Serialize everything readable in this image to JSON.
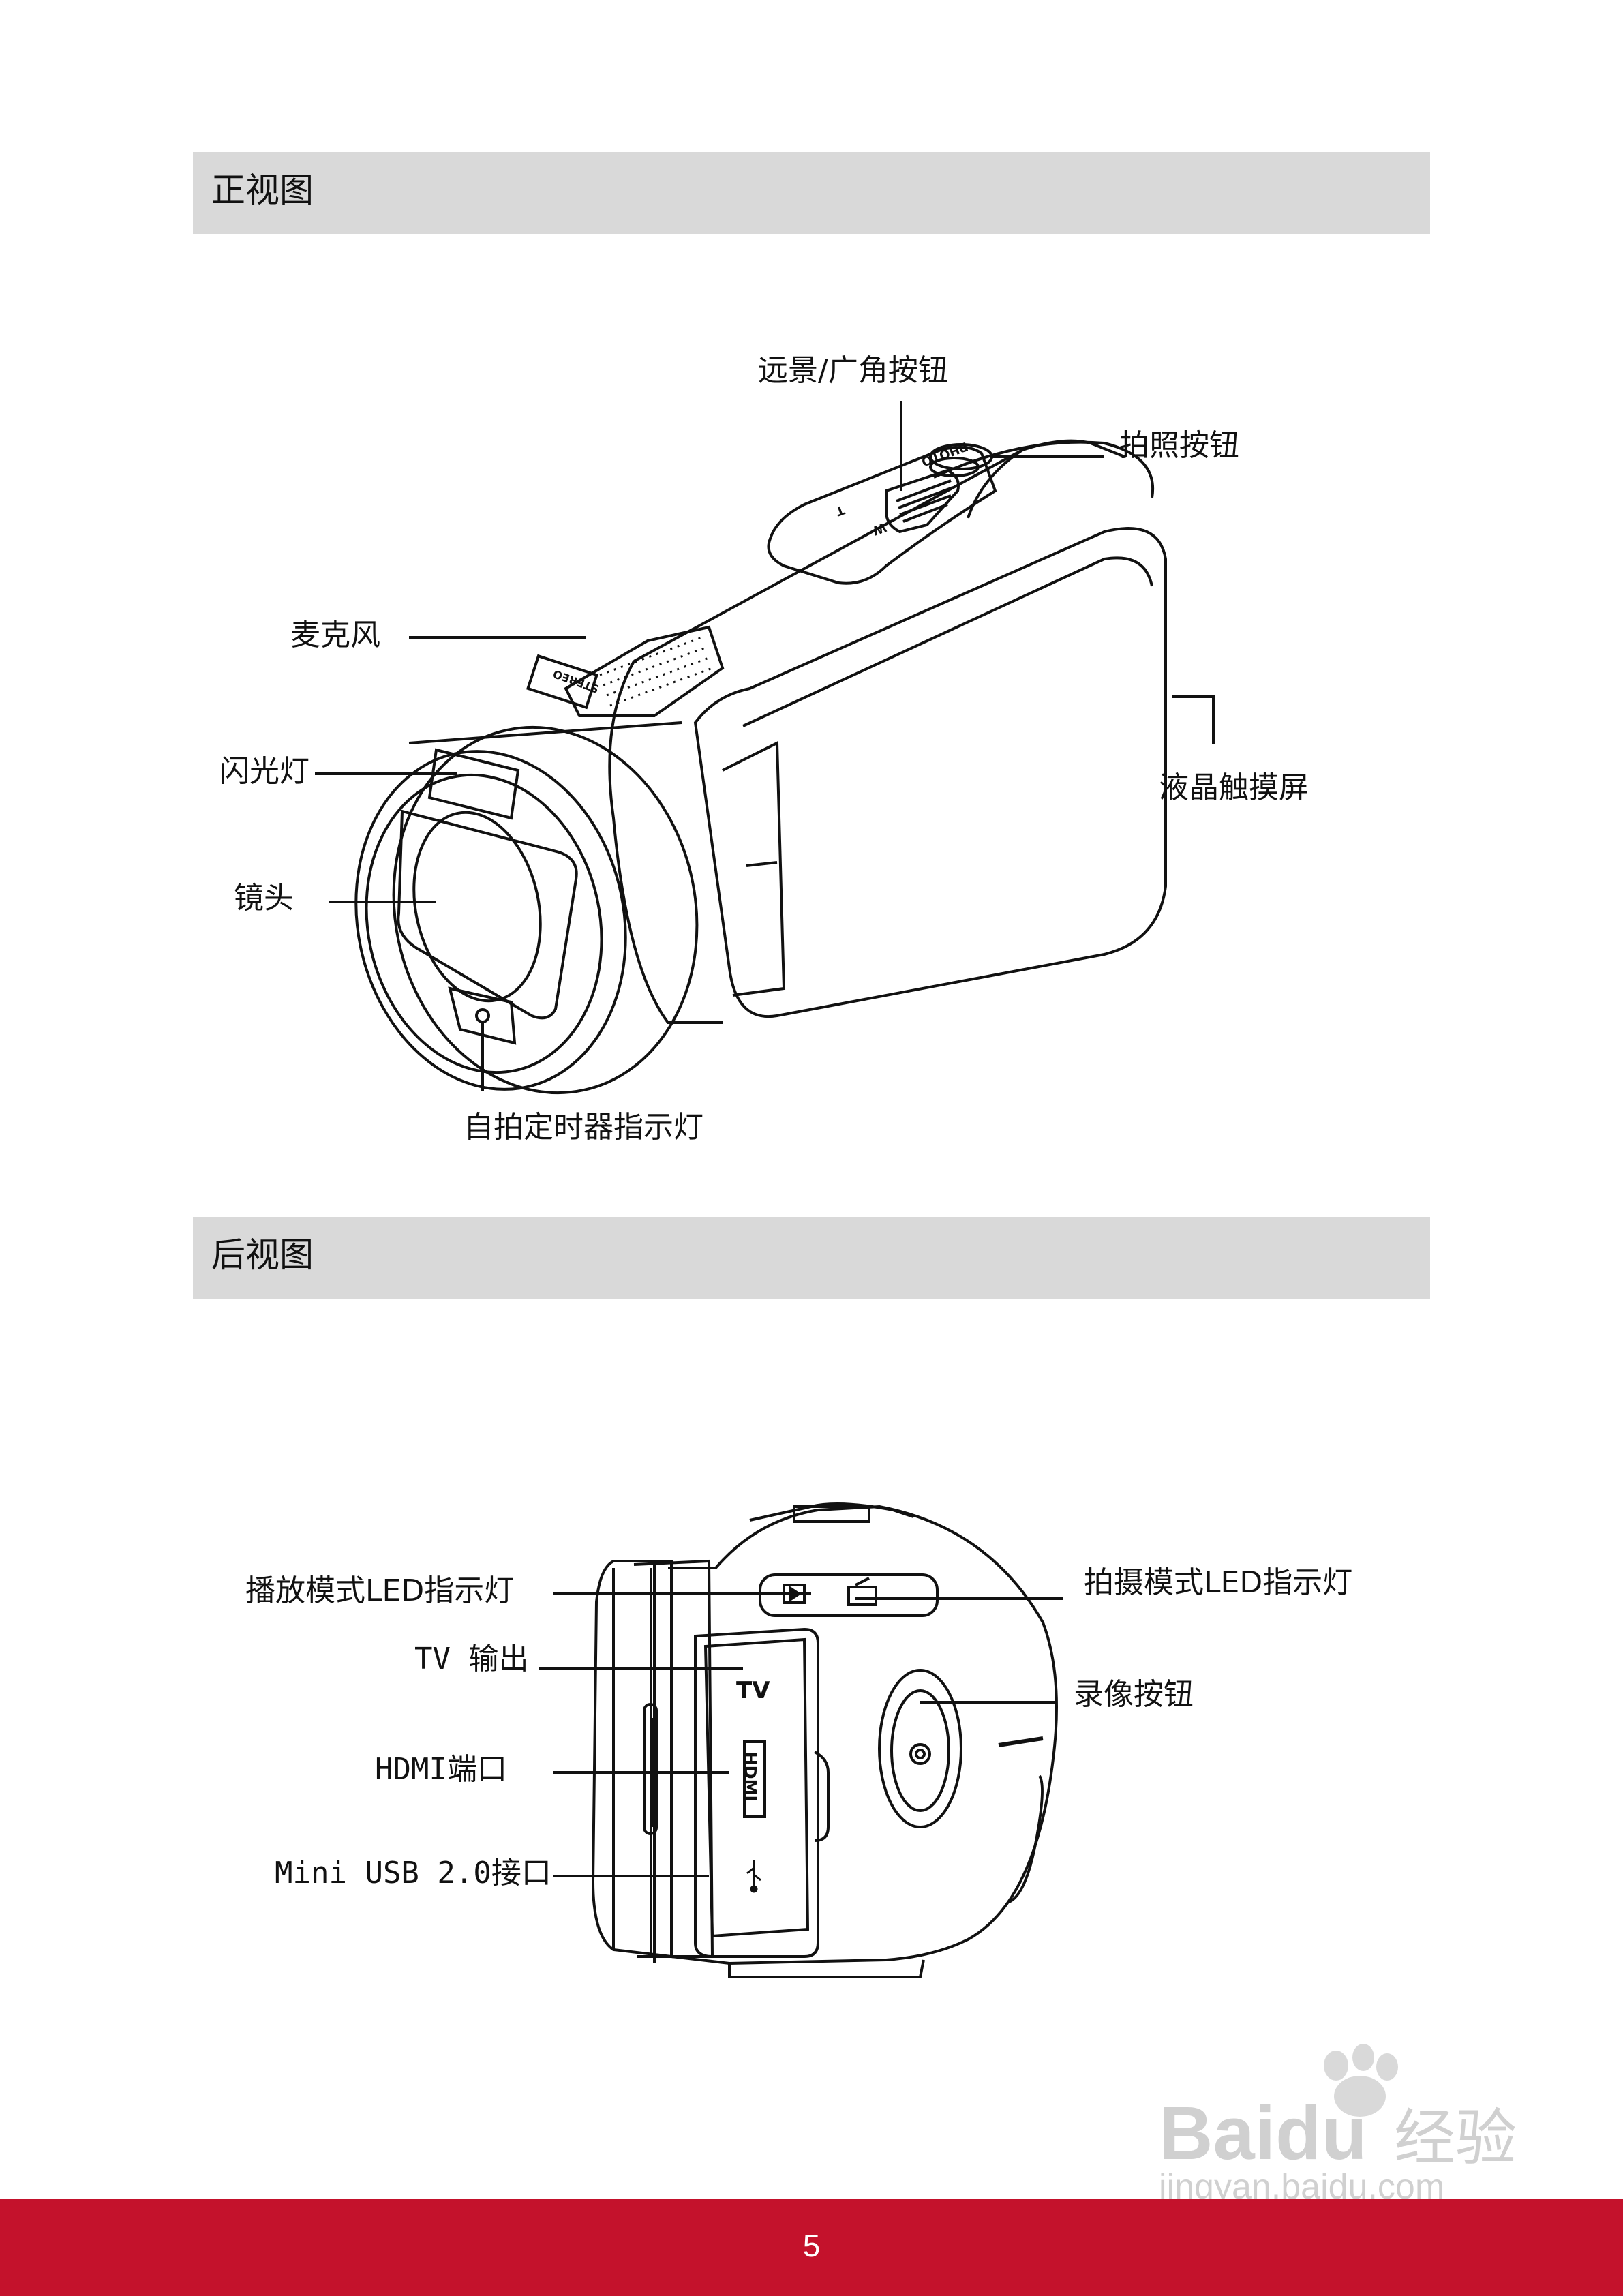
{
  "sections": {
    "front": {
      "title": "正视图"
    },
    "rear": {
      "title": "后视图"
    }
  },
  "front_labels": {
    "tele_wide_button": "远景/广角按钮",
    "photo_button": "拍照按钮",
    "microphone": "麦克风",
    "flash": "闪光灯",
    "lcd_touchscreen": "液晶触摸屏",
    "lens": "镜头",
    "self_timer_led": "自拍定时器指示灯"
  },
  "front_device_text": {
    "photo_key": "PHOTO",
    "zoom_t": "T",
    "zoom_w": "W",
    "stereo": "STEREO"
  },
  "rear_labels": {
    "playback_led": "播放模式LED指示灯",
    "capture_led": "拍摄模式LED指示灯",
    "tv_out": "TV 输出",
    "record_button": "录像按钮",
    "hdmi_port": "HDMI端口",
    "mini_usb": "Mini USB 2.0接口"
  },
  "rear_device_text": {
    "tv": "TV",
    "hdmi": "HDMI",
    "usb_icon": "usb-icon"
  },
  "footer": {
    "page_number": "5"
  },
  "watermark": {
    "brand": "Baidu",
    "product": "经验",
    "url": "jingyan.baidu.com"
  }
}
